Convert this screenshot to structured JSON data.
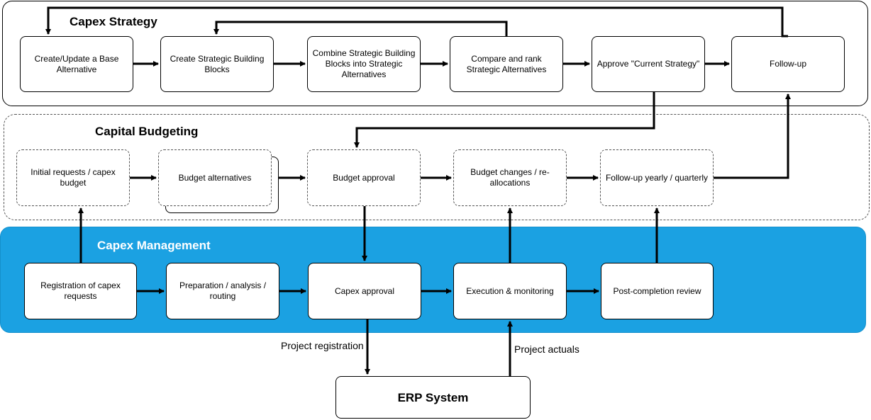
{
  "lanes": {
    "strategy": {
      "title": "Capex Strategy"
    },
    "budgeting": {
      "title": "Capital Budgeting"
    },
    "management": {
      "title": "Capex Management",
      "color": "#1ba1e2"
    }
  },
  "strategy": {
    "create_base": "Create/Update a Base Alternative",
    "building_blocks": "Create Strategic Building Blocks",
    "combine": "Combine Strategic Building Blocks into Strategic Alternatives",
    "compare": "Compare and rank Strategic Alternatives",
    "approve": "Approve \"Current Strategy\"",
    "follow_up": "Follow-up"
  },
  "budgeting": {
    "initial_requests": "Initial requests / capex budget",
    "budget_alternatives": "Budget alternatives",
    "budget_approval": "Budget approval",
    "budget_changes": "Budget changes / re-allocations",
    "follow_up": "Follow-up yearly / quarterly"
  },
  "management": {
    "registration": "Registration of capex requests",
    "preparation": "Preparation / analysis  / routing",
    "capex_approval": "Capex approval",
    "execution": "Execution & monitoring",
    "post_completion": "Post-completion review"
  },
  "erp": {
    "label": "ERP System",
    "project_registration": "Project registration",
    "project_actuals": "Project actuals"
  }
}
